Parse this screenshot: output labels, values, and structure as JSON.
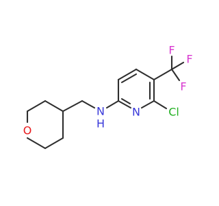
{
  "atoms": {
    "oxygen": {
      "symbol": "O",
      "color": "#e8191c"
    },
    "nh_nitrogen": {
      "symbol": "N",
      "color": "#3838d9"
    },
    "nh_hydrogen": {
      "symbol": "H",
      "color": "#3838d9"
    },
    "ring_nitrogen": {
      "symbol": "N",
      "color": "#3838d9"
    },
    "chlorine": {
      "symbol": "Cl",
      "color": "#22b022"
    },
    "fluorine_top": {
      "symbol": "F",
      "color": "#d838d0"
    },
    "fluorine_right": {
      "symbol": "F",
      "color": "#d838d0"
    },
    "fluorine_lower": {
      "symbol": "F",
      "color": "#d838d0"
    }
  },
  "colors": {
    "bond": "#2e2e2e",
    "background": "#ffffff"
  }
}
